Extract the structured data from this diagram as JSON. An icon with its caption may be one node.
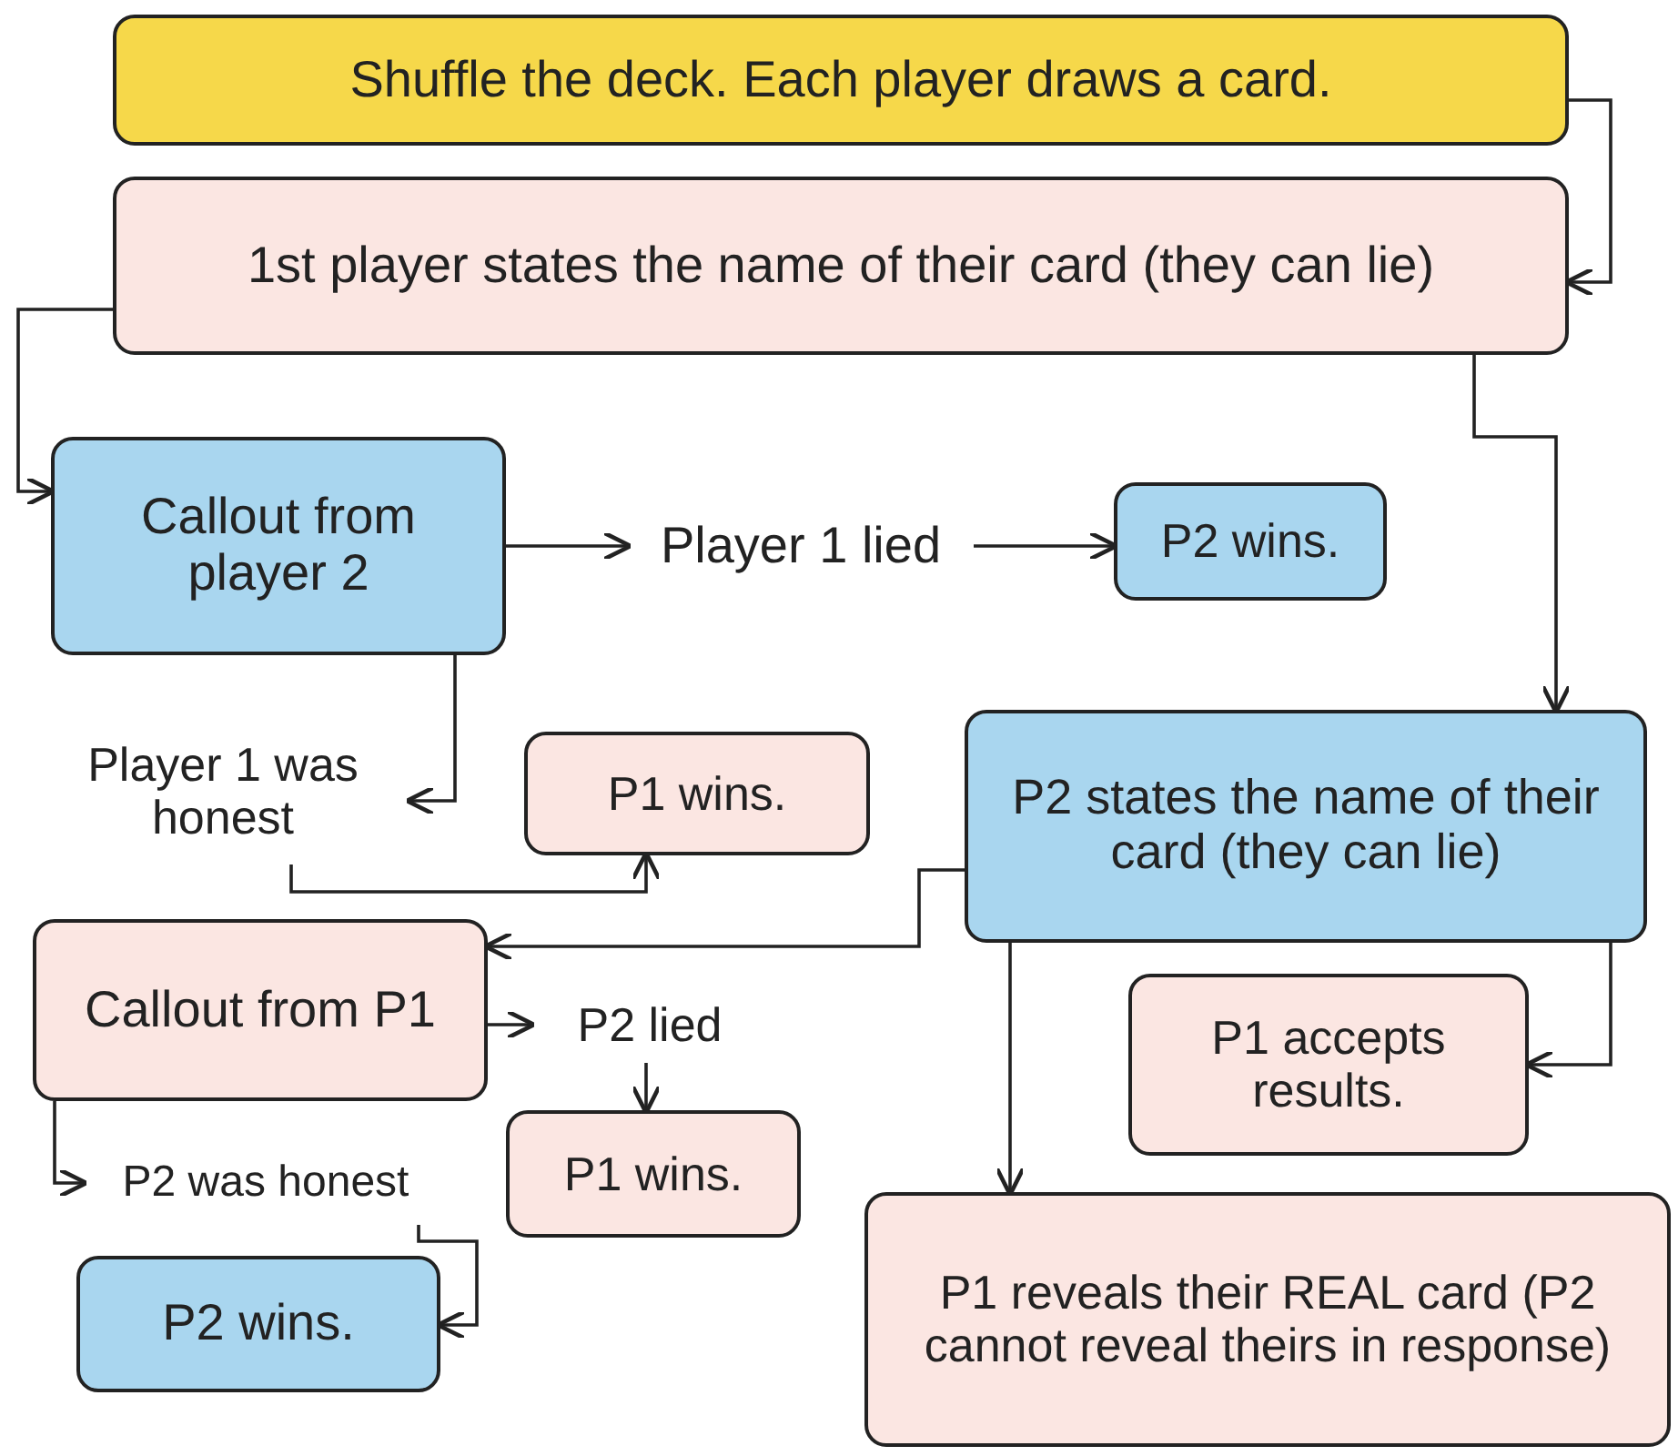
{
  "diagram": {
    "nodes": [
      {
        "text": [
          "Shuffle the deck. Each player draws a card."
        ]
      },
      {
        "text": [
          "1st player states the name of their card (they can lie)"
        ]
      },
      {
        "text": [
          "Callout from player 2"
        ]
      },
      {
        "text": [
          "Player 1 lied"
        ]
      },
      {
        "text": [
          "P2 wins."
        ]
      },
      {
        "text": [
          "Player 1 was honest"
        ]
      },
      {
        "text": [
          "P1 wins."
        ]
      },
      {
        "text": [
          "P2 states the name of their card (they can lie)"
        ]
      },
      {
        "text": [
          "Callout from P1"
        ]
      },
      {
        "text": [
          "P2 lied"
        ]
      },
      {
        "text": [
          "P1 accepts results."
        ]
      },
      {
        "text": [
          "P2 was honest"
        ]
      },
      {
        "text": [
          "P1 wins."
        ]
      },
      {
        "text": [
          "P2 wins."
        ]
      },
      {
        "text": [
          "P1 reveals their REAL card (P2 cannot reveal theirs in response)"
        ]
      }
    ],
    "edges": [
      {
        "from": 0,
        "to": 1,
        "arrow": "to"
      },
      {
        "from": 1,
        "to": 2,
        "arrow": "to"
      },
      {
        "from": 1,
        "to": 7,
        "arrow": "to"
      },
      {
        "from": 2,
        "to": 3,
        "arrow": "to"
      },
      {
        "from": 3,
        "to": 4,
        "arrow": "to"
      },
      {
        "from": 2,
        "to": 5,
        "arrow": "to"
      },
      {
        "from": 5,
        "to": 6,
        "arrow": "to"
      },
      {
        "from": 7,
        "to": 8,
        "arrow": "to"
      },
      {
        "from": 7,
        "to": 10,
        "arrow": "to"
      },
      {
        "from": 7,
        "to": 14,
        "arrow": "to"
      },
      {
        "from": 8,
        "to": 9,
        "arrow": "to"
      },
      {
        "from": 9,
        "to": 12,
        "arrow": "to"
      },
      {
        "from": 8,
        "to": 11,
        "arrow": "to"
      },
      {
        "from": 11,
        "to": 13,
        "arrow": "to"
      }
    ]
  }
}
